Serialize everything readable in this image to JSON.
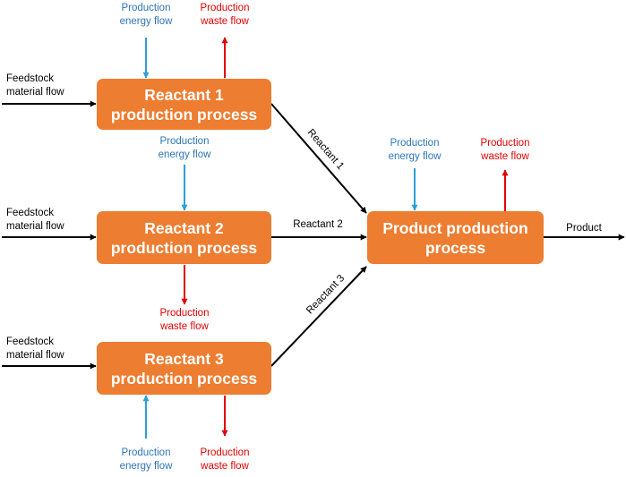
{
  "colors": {
    "process_box": "#ed7d31",
    "energy_flow": "#2e9fd9",
    "waste_flow": "#e00000",
    "material_flow": "#000000"
  },
  "boxes": {
    "reactant1": [
      "Reactant 1",
      "production process"
    ],
    "reactant2": [
      "Reactant 2",
      "production process"
    ],
    "reactant3": [
      "Reactant 3",
      "production process"
    ],
    "product": [
      "Product production",
      "process"
    ]
  },
  "labels": {
    "feedstock": [
      "Feedstock",
      "material flow"
    ],
    "energy": [
      "Production",
      "energy flow"
    ],
    "waste": [
      "Production",
      "waste flow"
    ],
    "reactant1_arrow": "Reactant 1",
    "reactant2_arrow": "Reactant 2",
    "reactant3_arrow": "Reactant 3",
    "product_arrow": "Product"
  }
}
